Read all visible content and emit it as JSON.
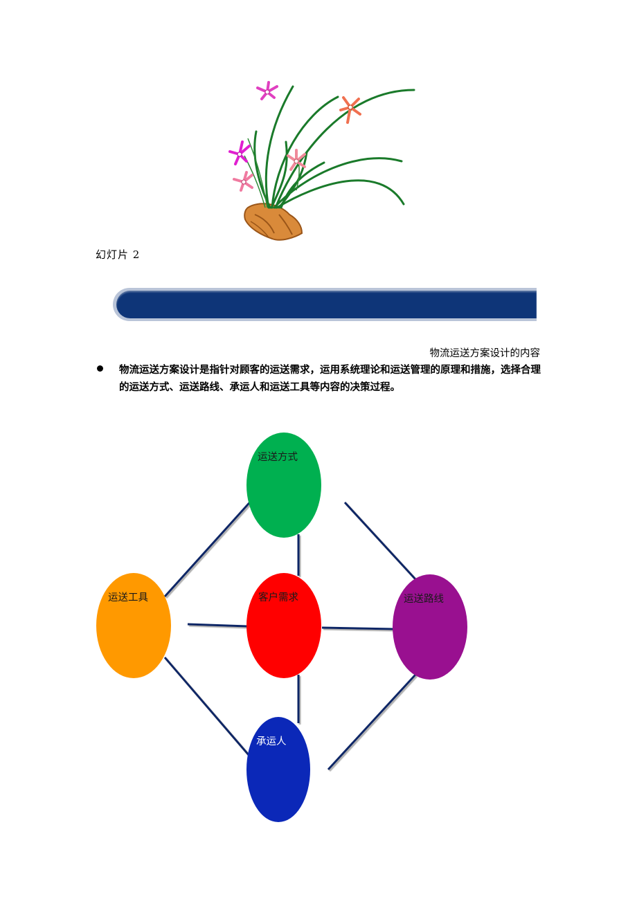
{
  "slide_label": "幻灯片 2",
  "section_title": "物流运送方案设计的内容",
  "bullet_text": "物流运送方案设计是指针对顾客的运送需求，运用系统理论和运送管理的原理和措施，选择合理的运送方式、运送路线、承运人和运送工具等内容的决策过程。",
  "diagram": {
    "nodes": {
      "method": {
        "label": "运送方式",
        "color": "#00b050"
      },
      "tool": {
        "label": "运送工具",
        "color": "#ff9900"
      },
      "demand": {
        "label": "客户需求",
        "color": "#ff0000"
      },
      "route": {
        "label": "运送路线",
        "color": "#991090"
      },
      "carrier": {
        "label": "承运人",
        "color": "#0b28b8"
      }
    },
    "line_color": "#0b2566"
  },
  "colors": {
    "banner": "#0e3578",
    "banner_shadow": "#b9c4d8"
  },
  "images": {
    "orchid": "orchid-illustration"
  }
}
